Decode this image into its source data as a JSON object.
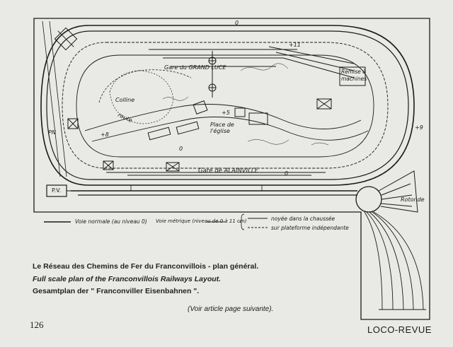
{
  "labels": {
    "gare_grand_luce": "Gare du GRAND LUCE",
    "colline": "Colline",
    "route": "route",
    "place_eglise": "Place de\nl'église",
    "remise": "Remise à\nmachines",
    "gare_alainville": "Gare de ALAINVILLE",
    "rotonde": "Rotonde",
    "pv": "P.V.",
    "pn": "PN",
    "level_0_top": "0",
    "level_0_mid": "0",
    "level_0_bottom": "0",
    "level_p11": "+11",
    "level_p5": "+5",
    "level_p8": "+8",
    "level_p9": "+9"
  },
  "legend": {
    "normal": "Voie normale (au niveau 0)",
    "metric": "Voie métrique (niveau de 0 à 11 cm)",
    "embedded": "noyée dans la chaussée",
    "independent": "sur plateforme indépendante"
  },
  "caption": {
    "fr": "Le Réseau des Chemins de Fer du Franconvillois - plan général.",
    "en": "Full scale plan of the Franconvillois Railways Layout.",
    "de": "Gesamtplan der \" Franconviller Eisenbahnen \".",
    "see_article": "(Voir article page suivante)."
  },
  "page_number": "126",
  "magazine": "LOCO-REVUE",
  "colors": {
    "paper": "#e9e9e6",
    "ink": "#1b1b1b"
  }
}
